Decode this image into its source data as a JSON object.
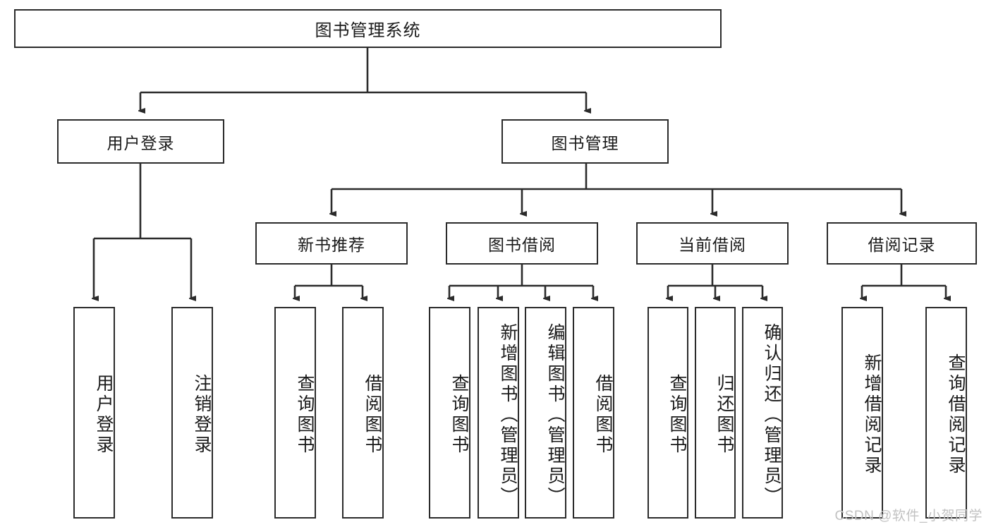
{
  "diagram": {
    "title": "图书管理系统",
    "type": "tree-hierarchy-chart",
    "root": {
      "label": "图书管理系统"
    },
    "level2": [
      {
        "label": "用户登录"
      },
      {
        "label": "图书管理"
      }
    ],
    "level3": [
      {
        "label": "新书推荐"
      },
      {
        "label": "图书借阅"
      },
      {
        "label": "当前借阅"
      },
      {
        "label": "借阅记录"
      }
    ],
    "leaves": {
      "user_login": [
        {
          "label": "用户登录"
        },
        {
          "label": "注销登录"
        }
      ],
      "new_book_recommend": [
        {
          "label": "查询图书"
        },
        {
          "label": "借阅图书"
        }
      ],
      "book_borrow": [
        {
          "label": "查询图书"
        },
        {
          "label": "新增图书（管理员）"
        },
        {
          "label": "编辑图书（管理员）"
        },
        {
          "label": "借阅图书"
        }
      ],
      "current_borrow": [
        {
          "label": "查询图书"
        },
        {
          "label": "归还图书"
        },
        {
          "label": "确认归还（管理员）"
        }
      ],
      "borrow_record": [
        {
          "label": "新增借阅记录"
        },
        {
          "label": "查询借阅记录"
        }
      ]
    }
  },
  "watermark": {
    "text": "CSDN @软件_小贺同学"
  },
  "colors": {
    "stroke": "#2b2b2b",
    "background": "#ffffff",
    "text": "#1a1a1a",
    "watermark": "#c2c2c2"
  }
}
